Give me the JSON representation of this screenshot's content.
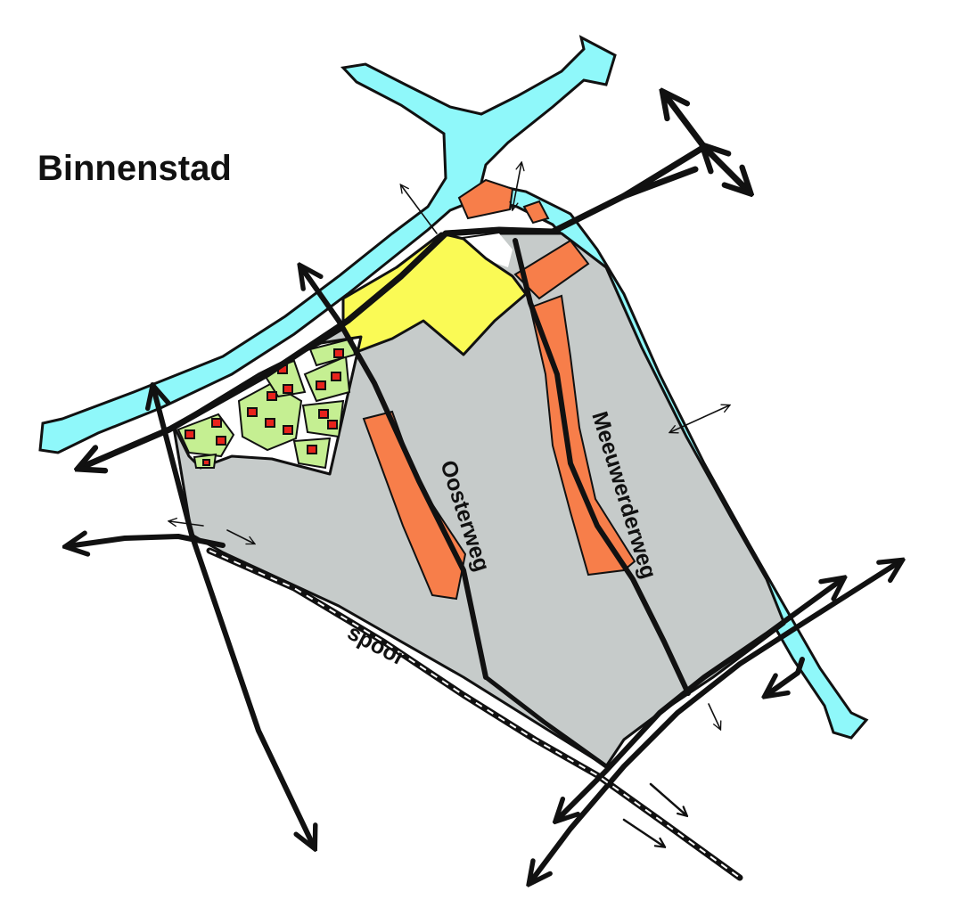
{
  "map": {
    "title": "Binnenstad",
    "labels": {
      "oosterweg": "Oosterweg",
      "meeuwerderweg": "Meeuwerderweg",
      "spoor": "spoor"
    },
    "colors": {
      "water": "#8ff8fa",
      "district": "#c6cbca",
      "yellow_zone": "#fafa55",
      "orange_strip": "#f77e4a",
      "green_plots": "#c5ef92",
      "houses": "#e8231c",
      "ink": "#111111"
    }
  }
}
